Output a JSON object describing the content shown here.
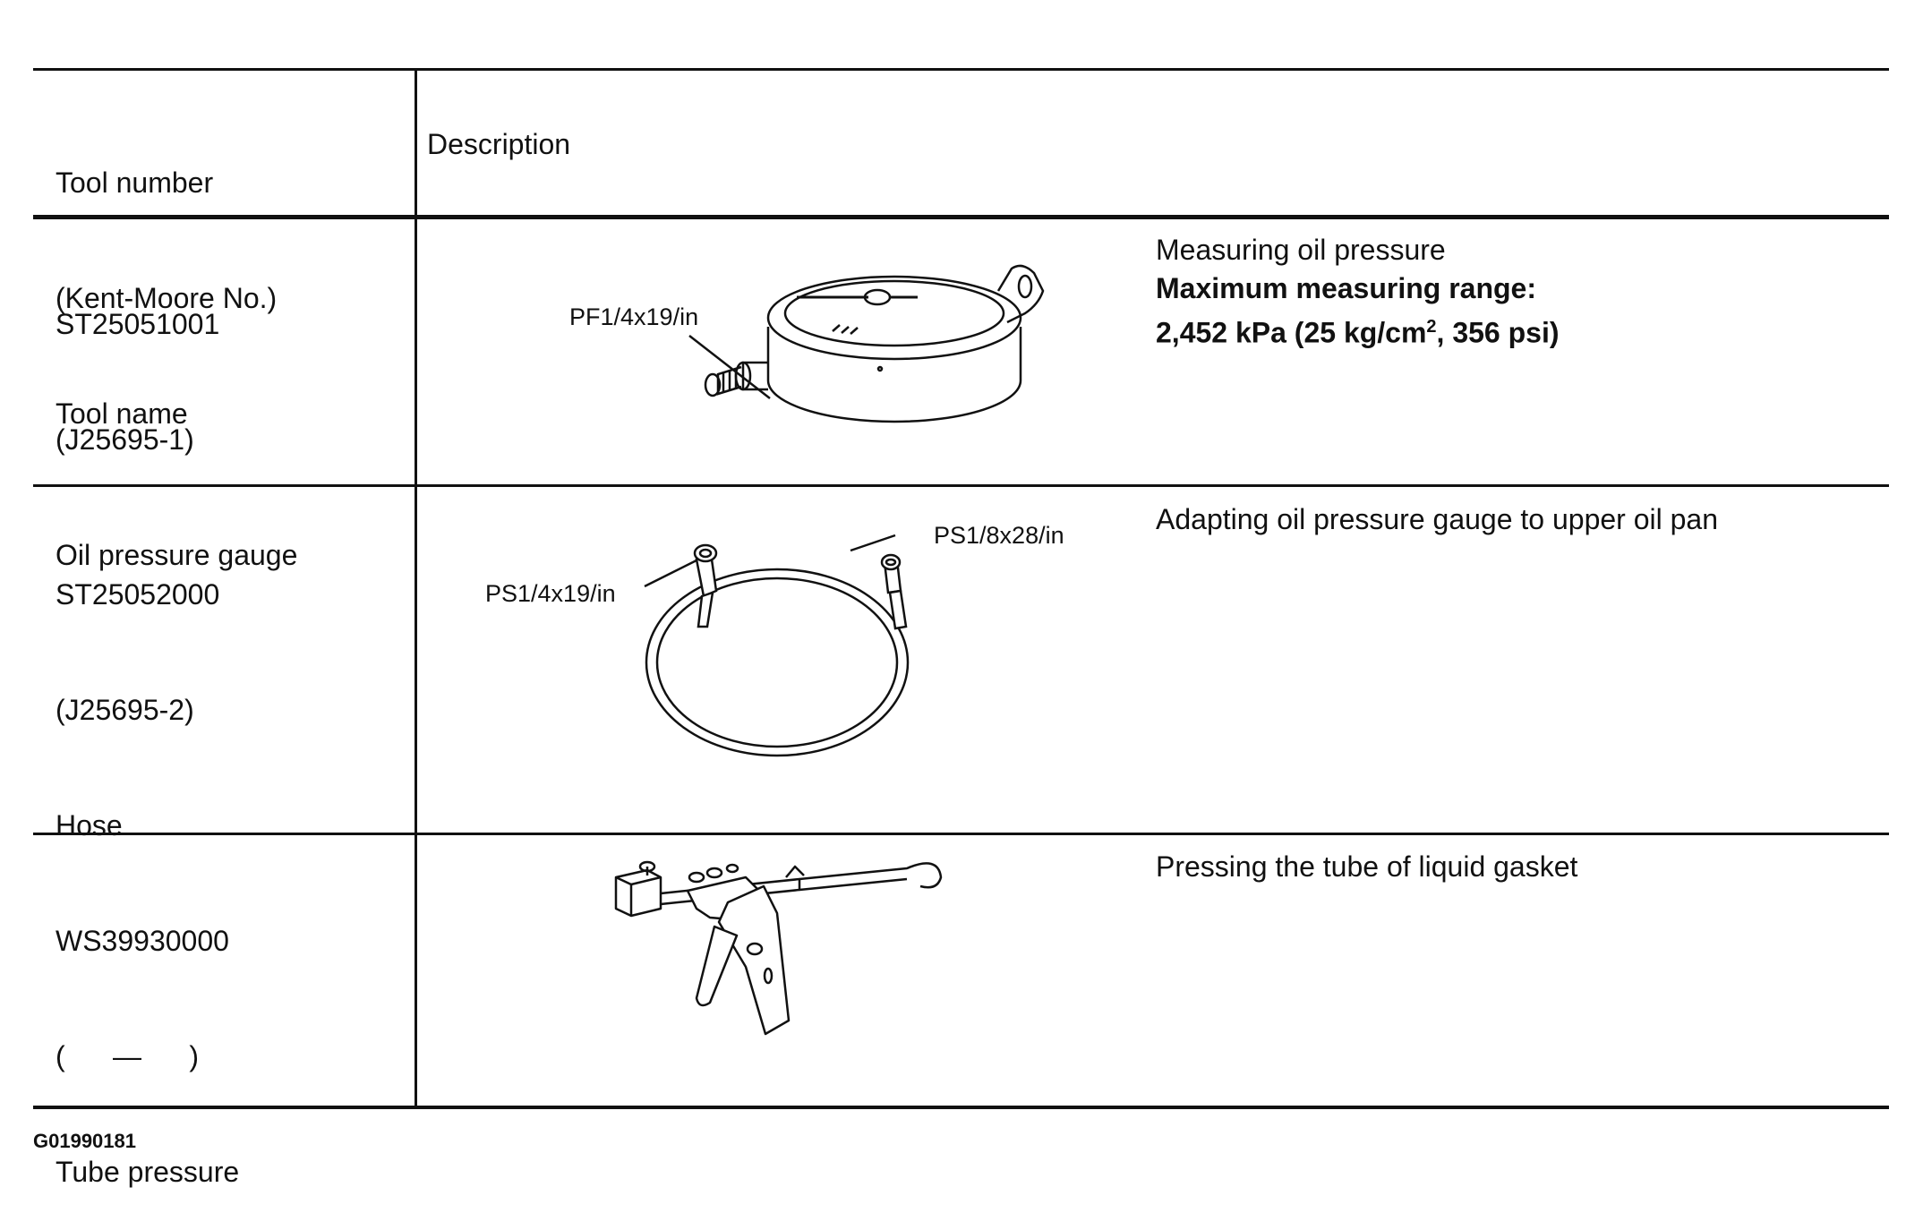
{
  "header": {
    "tool_col_lines": [
      "Tool number",
      "(Kent-Moore No.)",
      "Tool name"
    ],
    "description_label": "Description"
  },
  "rows": [
    {
      "tool_number": "ST25051001",
      "kent_moore": "(J25695-1)",
      "tool_name": "Oil pressure gauge",
      "description": "Measuring oil pressure",
      "spec_line1": "Maximum measuring range:",
      "spec_line2_prefix": "2,452 kPa (25 kg/cm",
      "spec_line2_sup": "2",
      "spec_line2_suffix": ", 356 psi)",
      "callouts": [
        "PF1/4x19/in"
      ]
    },
    {
      "tool_number": "ST25052000",
      "kent_moore": "(J25695-2)",
      "tool_name": "Hose",
      "description": "Adapting oil pressure gauge to upper oil pan",
      "callouts": [
        "PS1/4x19/in",
        "PS1/8x28/in"
      ]
    },
    {
      "tool_number": "WS39930000",
      "kent_moore": "(      —      )",
      "tool_name": "Tube pressure",
      "description": "Pressing the tube of liquid gasket",
      "callouts": []
    }
  ],
  "figure_id": "G01990181"
}
